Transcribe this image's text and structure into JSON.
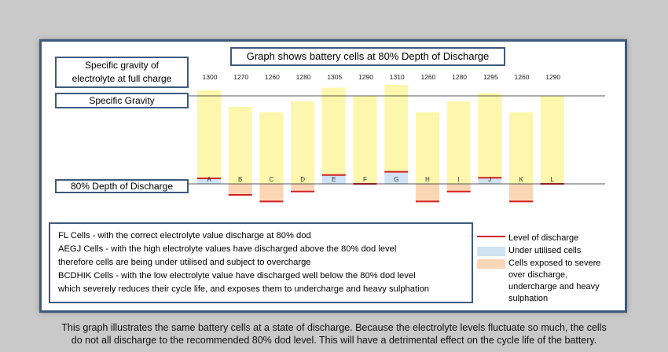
{
  "caption": {
    "line1": "This graph illustrates the same battery cells at a state of discharge. Because the electrolyte levels fluctuate so much, the cells",
    "line2": "do not all discharge to the recommended 80% dod level. This will have a detrimental effect on the cycle life of the battery."
  },
  "labels": {
    "fullcharge_line1": "Specific gravity of",
    "fullcharge_line2": "electrolyte at full charge",
    "specific_gravity": "Specific Gravity",
    "dod": "80% Depth of Discharge"
  },
  "notes": [
    "FL Cells         -  with the correct electrolyte  value discharge at 80% dod",
    "AEGJ Cells      -  with the high electrolyte values have discharged above the 80% dod level",
    "therefore cells are being under utilised and subject to overcharge",
    "BCDHIK Cells  -  with the low electrolyte value have discharged well below the 80% dod level",
    "which severely reduces their cycle life, and exposes them to undercharge and heavy sulphation"
  ],
  "legend": {
    "level": "Level of discharge",
    "under": "Under utilised cells",
    "over_line1": "Cells exposed to severe",
    "over_line2": "over discharge,",
    "over_line3": "undercharge and heavy",
    "over_line4": "sulphation"
  },
  "colors": {
    "bar": "#fcf6a4",
    "under": "#cfe3f5",
    "over": "#fbd6b4",
    "level": "#d42020",
    "border": "#3e5a7e"
  },
  "chart_data": {
    "type": "bar",
    "title": "Graph shows battery cells at 80% Depth of Discharge",
    "categories": [
      "A",
      "B",
      "C",
      "D",
      "E",
      "F",
      "G",
      "H",
      "I",
      "J",
      "K",
      "L"
    ],
    "full_charge_sg": [
      1300,
      1270,
      1260,
      1280,
      1305,
      1290,
      1310,
      1260,
      1280,
      1295,
      1260,
      1290
    ],
    "value_labels": [
      "1300",
      "1270",
      "1260",
      "1280",
      "1305",
      "1290",
      "1310",
      "1260",
      "1280",
      "1295",
      "1260",
      "1290"
    ],
    "reference_lines": {
      "specific_gravity": 1290,
      "dod_80": 1130
    },
    "discharge_level": [
      1140,
      1110,
      1098,
      1116,
      1146,
      1130,
      1152,
      1098,
      1116,
      1141,
      1098,
      1130
    ],
    "groups": {
      "correct": [
        "F",
        "L"
      ],
      "under_utilised": [
        "A",
        "E",
        "G",
        "J"
      ],
      "over_discharged": [
        "B",
        "C",
        "D",
        "H",
        "I",
        "K"
      ]
    }
  }
}
